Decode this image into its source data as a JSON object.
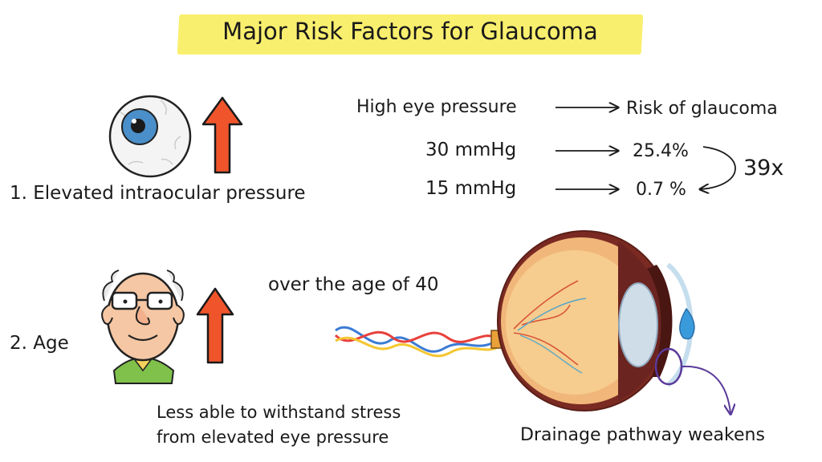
{
  "title": "Major Risk Factors for Glaucoma",
  "factor1": {
    "label": "1. Elevated intraocular pressure",
    "header_left": "High eye pressure",
    "header_right": "Risk of glaucoma",
    "rows": [
      {
        "pressure": "30 mmHg",
        "risk": "25.4%"
      },
      {
        "pressure": "15 mmHg",
        "risk": "0.7 %"
      }
    ],
    "ratio": "39x"
  },
  "factor2": {
    "label": "2. Age",
    "age_text": "over the age of 40",
    "stress_line1": "Less able to withstand stress",
    "stress_line2": "from elevated eye pressure",
    "drainage": "Drainage pathway weakens"
  },
  "colors": {
    "highlight": "#f9ef6e",
    "arrow": "#f0542b",
    "iris": "#4a8fc9",
    "nerve_red": "#e8403a",
    "nerve_yellow": "#f5c631",
    "nerve_blue": "#3a7bd5",
    "drainage_circle": "#5b3a9a"
  }
}
